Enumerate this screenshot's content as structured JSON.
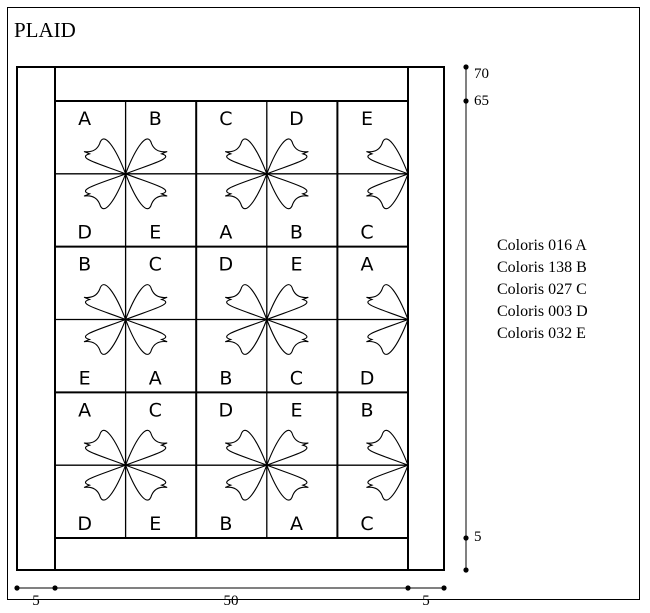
{
  "title": "PLAID",
  "legend": [
    "Coloris 016 A",
    "Coloris 138 B",
    "Coloris 027 C",
    "Coloris 003 D",
    "Coloris 032 E"
  ],
  "dimensions": {
    "right": [
      "70",
      "65",
      "5"
    ],
    "bottom": [
      "5",
      "50",
      "5"
    ]
  },
  "grid": {
    "rows": 6,
    "cols": 5,
    "letters": [
      [
        "A",
        "B",
        "C",
        "D",
        "E"
      ],
      [
        "D",
        "E",
        "A",
        "B",
        "C"
      ],
      [
        "B",
        "C",
        "D",
        "E",
        "A"
      ],
      [
        "E",
        "A",
        "B",
        "C",
        "D"
      ],
      [
        "A",
        "C",
        "D",
        "E",
        "B"
      ],
      [
        "D",
        "E",
        "B",
        "A",
        "C"
      ]
    ]
  }
}
